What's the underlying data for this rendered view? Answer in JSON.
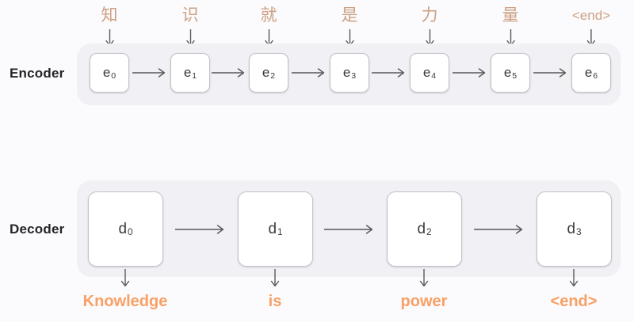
{
  "colors": {
    "page_bg": "#FBFAFC",
    "panel_bg": "#F0F0F5",
    "box_bg": "#FFFFFF",
    "box_border": "#C2C2C9",
    "box_text": "#3B3B3E",
    "input_token": "#CDA184",
    "output_token": "#F9A065",
    "arrow": "#59595B",
    "section_label": "#252528"
  },
  "encoder": {
    "label": "Encoder",
    "inputs": [
      "知",
      "识",
      "就",
      "是",
      "力",
      "量",
      "<end>"
    ],
    "units": [
      {
        "base": "e",
        "sub": "0"
      },
      {
        "base": "e",
        "sub": "1"
      },
      {
        "base": "e",
        "sub": "2"
      },
      {
        "base": "e",
        "sub": "3"
      },
      {
        "base": "e",
        "sub": "4"
      },
      {
        "base": "e",
        "sub": "5"
      },
      {
        "base": "e",
        "sub": "6"
      }
    ]
  },
  "decoder": {
    "label": "Decoder",
    "units": [
      {
        "base": "d",
        "sub": "0"
      },
      {
        "base": "d",
        "sub": "1"
      },
      {
        "base": "d",
        "sub": "2"
      },
      {
        "base": "d",
        "sub": "3"
      }
    ],
    "outputs": [
      "Knowledge",
      "is",
      "power",
      "<end>"
    ]
  }
}
